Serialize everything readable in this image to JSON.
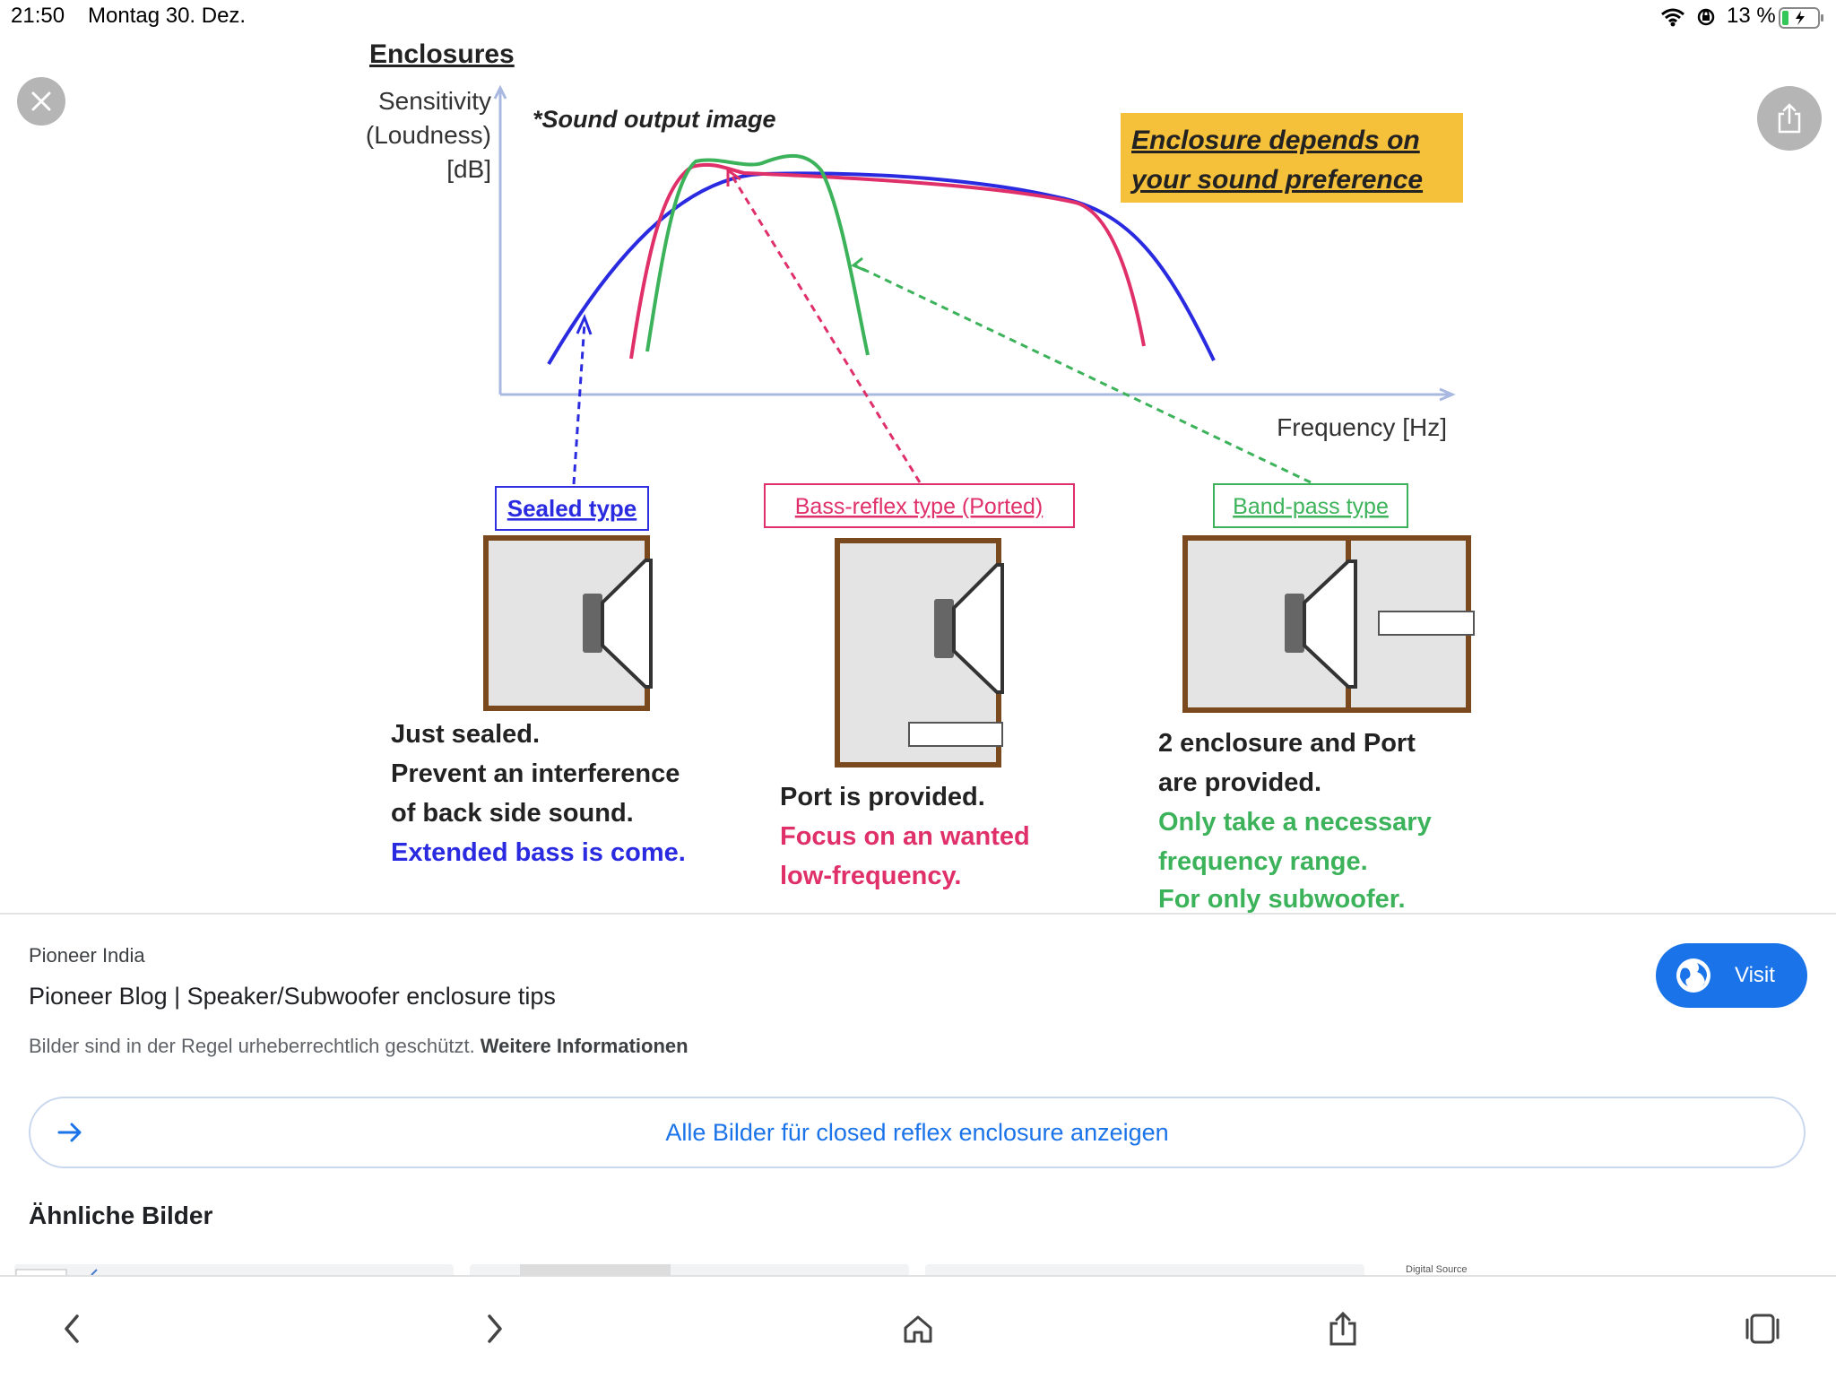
{
  "status_bar": {
    "time": "21:50",
    "date": "Montag 30. Dez.",
    "battery": "13 %"
  },
  "viewer": {
    "icons": {
      "close": "close-icon",
      "share": "share-icon"
    },
    "image": {
      "title": "Enclosures",
      "y_axis_label": [
        "Sensitivity",
        "(Loudness)",
        "[dB]"
      ],
      "x_axis_label": "Frequency [Hz]",
      "note": "*Sound output image",
      "callout_line1": "Enclosure depends on",
      "callout_line2": "your sound preference",
      "sealed": {
        "label": "Sealed type",
        "desc": [
          "Just sealed.",
          "Prevent an interference",
          "of back side sound."
        ],
        "highlight": "Extended bass is come."
      },
      "bassreflex": {
        "label": "Bass-reflex type (Ported)",
        "desc": [
          "Port is provided."
        ],
        "highlight": [
          "Focus on an wanted",
          "low-frequency."
        ]
      },
      "bandpass": {
        "label": "Band-pass type",
        "desc": [
          "2 enclosure and Port",
          "are provided."
        ],
        "highlight": [
          "Only take a necessary",
          "frequency range.",
          "For only subwoofer."
        ]
      },
      "colors": {
        "sealed": "#2a2ae0",
        "bassreflex": "#e0306a",
        "bandpass": "#3cb35a",
        "box": "#7a4a1e",
        "callout_bg": "#f5c13a"
      }
    }
  },
  "info": {
    "source": "Pioneer India",
    "title": "Pioneer Blog | Speaker/Subwoofer enclosure tips",
    "copyright": "Bilder sind in der Regel urheberrechtlich geschützt.",
    "more_info": "Weitere Informationen",
    "visit": "Visit",
    "all_images": "Alle Bilder für closed reflex enclosure anzeigen",
    "similar": "Ähnliche Bilder",
    "thumb_text": "Digital Source"
  },
  "nav": {
    "back": "chevron-left-icon",
    "forward": "chevron-right-icon",
    "home": "home-icon",
    "share": "share-icon",
    "tabs": "tabs-icon"
  }
}
